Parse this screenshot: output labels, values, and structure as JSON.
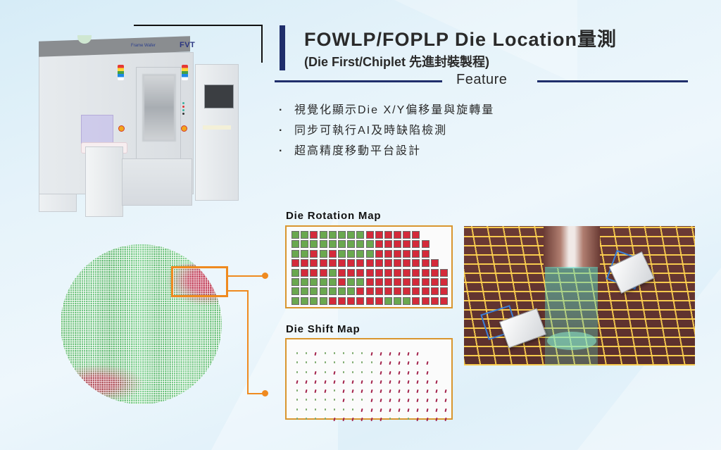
{
  "header": {
    "title": "FOWLP/FOPLP Die Location量測",
    "subtitle": "(Die First/Chiplet 先進封裝製程)",
    "feature_label": "Feature",
    "accent_color": "#1f2e6b"
  },
  "features": [
    {
      "bullet": "·",
      "text": "視覺化顯示Die X/Y偏移量與旋轉量"
    },
    {
      "bullet": "·",
      "text": "同步可執行AI及時缺陷檢測"
    },
    {
      "bullet": "·",
      "text": "超高精度移動平台設計"
    }
  ],
  "machine": {
    "brand_text": "Frame Wafer",
    "logo": "FVT"
  },
  "wafer_map": {
    "pass_color": "#6cc07a",
    "fail_color": "#c93658",
    "highlight_color": "#ef8a1f"
  },
  "rotation_map": {
    "title": "Die Rotation Map",
    "border_color": "#d9962f",
    "rows": [
      "GGRGGGGGRRRRRR",
      "GGGGGGGGGRRRRRR",
      "GGRGRGGGGRRRRRR",
      "RRRRRRRRRRRRRRRR",
      "GRRRGRRRRRRRRRRRR",
      "GGGGGRGGRRRRRRRRR",
      "GGGGGGGRRRRRRRRRR",
      "GGGGRRRRRRGGGRRRR"
    ]
  },
  "shift_map": {
    "title": "Die Shift Map",
    "rows": [
      "GGRGGGGGRRRRRR",
      "GGGGGGGGGRRRRRR",
      "GGRGRGGGGRRRRRR",
      "RRRRRRRRRRRRRRRR",
      "GRRRGRRRRRRRRRRRR",
      "GGGGGRGGRRRRRRRRR",
      "GGGGGGGRRRRRRRRRR",
      "GGGGRRRRRRGGGRRRR"
    ]
  }
}
